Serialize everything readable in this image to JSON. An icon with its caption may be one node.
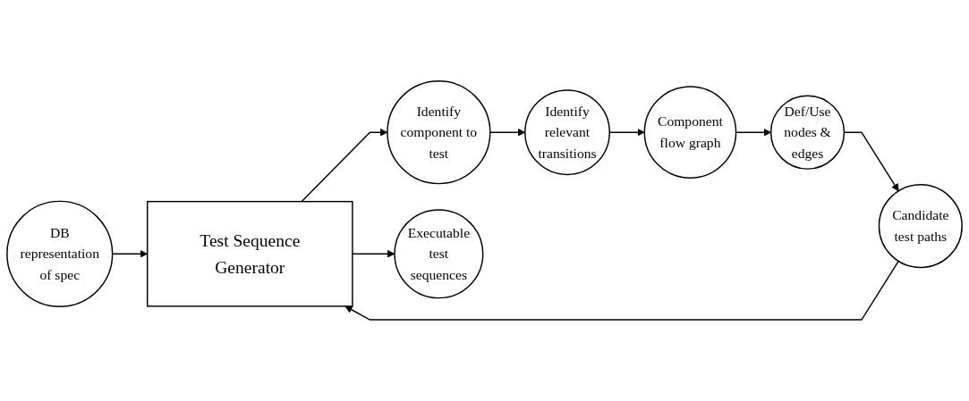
{
  "diagram": {
    "nodes": [
      {
        "text": [
          "DB representation of spec"
        ]
      },
      {
        "text": [
          "Identify component to test"
        ]
      },
      {
        "text": [
          "Identify relevant transitions"
        ]
      },
      {
        "text": [
          "Component flow graph"
        ]
      },
      {
        "text": [
          "Def/Use nodes & edges"
        ]
      },
      {
        "text": [
          "Candidate test paths"
        ]
      },
      {
        "text": [
          "Test Sequence Generator"
        ]
      },
      {
        "text": [
          "Executable test sequences"
        ]
      }
    ],
    "edges": [
      {
        "from": 0,
        "to": 6,
        "arrow": "to"
      },
      {
        "from": 6,
        "to": 1,
        "arrow": "to"
      },
      {
        "from": 1,
        "to": 2,
        "arrow": "to"
      },
      {
        "from": 2,
        "to": 3,
        "arrow": "to"
      },
      {
        "from": 3,
        "to": 4,
        "arrow": "to"
      },
      {
        "from": 4,
        "to": 5,
        "arrow": "to"
      },
      {
        "from": 5,
        "to": 6,
        "arrow": "to"
      },
      {
        "from": 6,
        "to": 7,
        "arrow": "to"
      }
    ]
  }
}
